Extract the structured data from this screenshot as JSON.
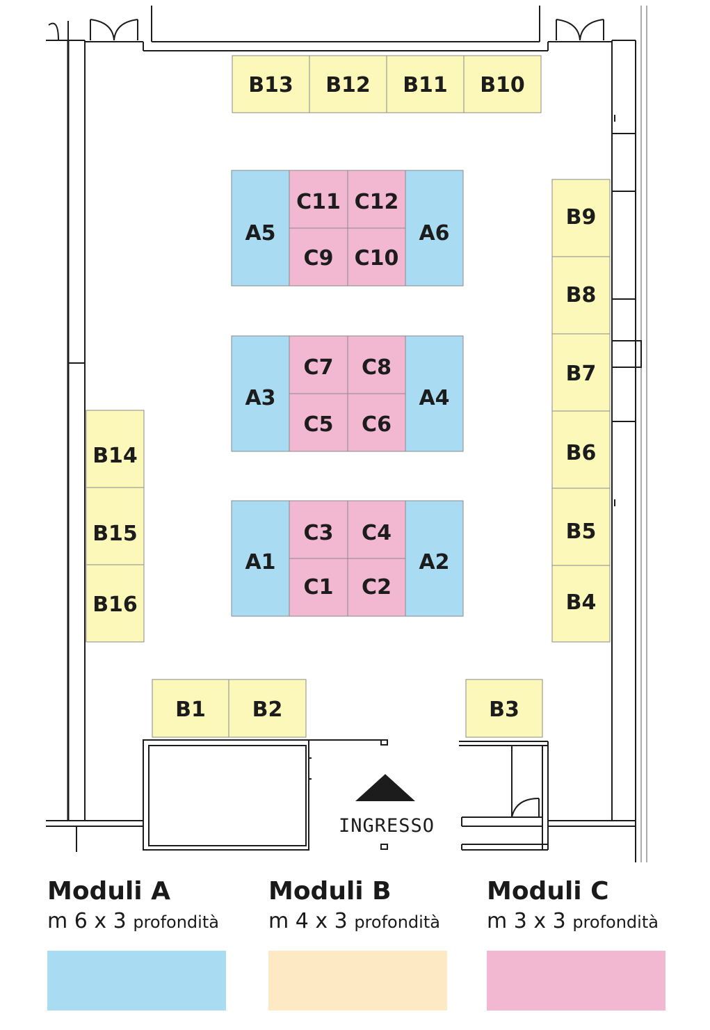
{
  "colors": {
    "A": "#a9dcf3",
    "B": "#fbf8b9",
    "C": "#f2b7d1",
    "legend_B": "#fde9c3",
    "outline": "#8a8a8a",
    "wall": "#1c1c1c"
  },
  "booths": [
    {
      "id": "B13",
      "type": "B"
    },
    {
      "id": "B12",
      "type": "B"
    },
    {
      "id": "B11",
      "type": "B"
    },
    {
      "id": "B10",
      "type": "B"
    },
    {
      "id": "B9",
      "type": "B"
    },
    {
      "id": "B8",
      "type": "B"
    },
    {
      "id": "B7",
      "type": "B"
    },
    {
      "id": "B6",
      "type": "B"
    },
    {
      "id": "B5",
      "type": "B"
    },
    {
      "id": "B4",
      "type": "B"
    },
    {
      "id": "B14",
      "type": "B"
    },
    {
      "id": "B15",
      "type": "B"
    },
    {
      "id": "B16",
      "type": "B"
    },
    {
      "id": "B1",
      "type": "B"
    },
    {
      "id": "B2",
      "type": "B"
    },
    {
      "id": "B3",
      "type": "B"
    },
    {
      "id": "A5",
      "type": "A"
    },
    {
      "id": "A6",
      "type": "A"
    },
    {
      "id": "A3",
      "type": "A"
    },
    {
      "id": "A4",
      "type": "A"
    },
    {
      "id": "A1",
      "type": "A"
    },
    {
      "id": "A2",
      "type": "A"
    },
    {
      "id": "C11",
      "type": "C"
    },
    {
      "id": "C12",
      "type": "C"
    },
    {
      "id": "C9",
      "type": "C"
    },
    {
      "id": "C10",
      "type": "C"
    },
    {
      "id": "C7",
      "type": "C"
    },
    {
      "id": "C8",
      "type": "C"
    },
    {
      "id": "C5",
      "type": "C"
    },
    {
      "id": "C6",
      "type": "C"
    },
    {
      "id": "C3",
      "type": "C"
    },
    {
      "id": "C4",
      "type": "C"
    },
    {
      "id": "C1",
      "type": "C"
    },
    {
      "id": "C2",
      "type": "C"
    }
  ],
  "entrance": {
    "label": "INGRESSO"
  },
  "legend": [
    {
      "title": "Moduli A",
      "size": "m 6 x 3",
      "depth": "profondità",
      "color": "#a9dcf3"
    },
    {
      "title": "Moduli B",
      "size": "m 4 x 3",
      "depth": "profondità",
      "color": "#fde9c3"
    },
    {
      "title": "Moduli C",
      "size": "m 3 x 3",
      "depth": "profondità",
      "color": "#f2b7d1"
    }
  ]
}
